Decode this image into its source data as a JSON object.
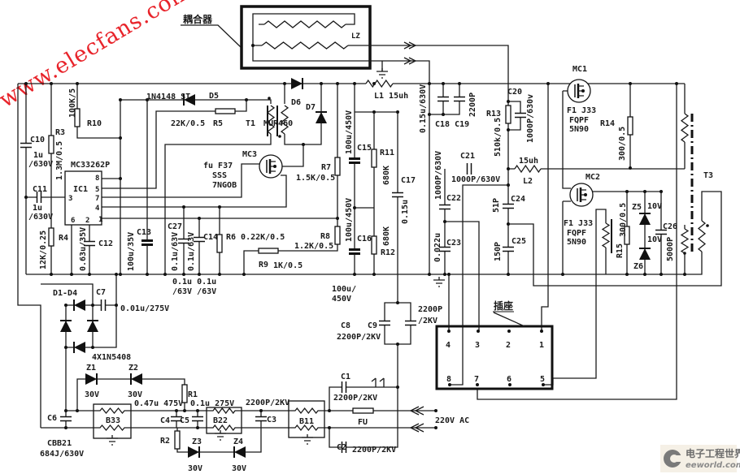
{
  "watermark": "www.elecfans.com",
  "logo": {
    "title": "电子工程世界",
    "url": "eeworld.com.cn"
  },
  "labels": {
    "coupler": "耦合器",
    "lz": "LZ",
    "d5_part": "1N4148 ST",
    "d5": "D5",
    "r5_val": "22K/0.5",
    "r5": "R5",
    "t1": "T1",
    "d7_part": "MUR460",
    "d6": "D6",
    "d7": "D7",
    "r10": "R10",
    "r10_val": "100K/5",
    "r3": "R3",
    "r3_val": "1.3M/0.5",
    "c10": "C10",
    "c10_val1": "1u",
    "c10_val2": "/630V",
    "ic_part": "MC33262P",
    "ic": "IC1",
    "c11": "C11",
    "c11_val1": "1u",
    "c11_val2": "/630V",
    "r4": "R4",
    "r4_val": "12K/0.25",
    "c12_val": "0.63u/35V",
    "c12": "C12",
    "c13": "C13",
    "c13_val": "100u/35V",
    "c27": "C27",
    "c27_val": "0.1u/63V",
    "c14": "C14",
    "c14_val": "0.1u/63V",
    "r6": "R6 0.22K/0.5",
    "note_01u": "0.1u 0.1u",
    "note_63v": "/63V /63V",
    "mc3": "MC3",
    "mc3_part1": "fu F37",
    "mc3_part2": "SSS",
    "mc3_part3": "7NGOB",
    "r7": "R7",
    "r7_val": "1.5K/0.5",
    "r8": "R8",
    "r8_val": "1.2K/0.5",
    "r9": "R9",
    "r9_val": "1K/0.5",
    "c15_val": "100u/450V",
    "c16_val": "100u/450V",
    "c15": "C15",
    "c16": "C16",
    "r11": "R11",
    "r11_val": "680K",
    "r12_val": "680K",
    "r12": "R12",
    "c17": "C17",
    "c17_val": "0.15u",
    "l1": "L1 15uh",
    "c18_val": "0.15u/630V",
    "c18c19": "C18 C19",
    "c19_val": "2200P",
    "r13": "R13",
    "r13_val": "510k/0.5",
    "c20": "C20",
    "c20_val": "1000P/630v",
    "c21": "C21",
    "c21_val": "1000P/630V",
    "l2_val": "15uh",
    "l2": "L2",
    "c22_val": "1000P/630V",
    "c22": "C22",
    "c24_val": "51P",
    "c24": "C24",
    "c23_val": "0.022u",
    "c23": "C23",
    "c25_val": "150P",
    "c25": "C25",
    "mc1": "MC1",
    "mc1_part1": "F1 J33",
    "mc1_part2": "FQPF",
    "mc1_part3": "5N90",
    "r14": "R14",
    "r14_val": "300/0.5",
    "mc2": "MC2",
    "mc2_part1": "F1 J33",
    "mc2_part2": "FQPF",
    "mc2_part3": "5N90",
    "r15": "R15",
    "r15_val": "300/0.5",
    "z5": "Z5",
    "z5_val": "10V",
    "z6_val": "10V",
    "z6": "Z6",
    "c26": "C26",
    "c26_val": "5000P",
    "t3": "T3",
    "note_100u": "100u/",
    "note_450v": "450V",
    "socket": "插座",
    "c8": "C8",
    "c9": "C9",
    "c8_val": "2200P/2KV",
    "c9_val1": "2200P",
    "c9_val2": "/2KV",
    "d1d4": "D1-D4",
    "c7": "C7",
    "c7_val": "0.01u/275V",
    "bridge_part": "4X1N5408",
    "z1": "Z1",
    "z2": "Z2",
    "z1_val": "30V",
    "z2_val": "30V",
    "r1": "R1",
    "c4_val": "0.47u 475V",
    "c5_val": "0.1u 275V",
    "c3_val": "2200P/2KV",
    "c6": "C6",
    "b33": "B33",
    "c4": "C4",
    "c5": "C5",
    "b22": "B22",
    "c3": "C3",
    "b11": "B11",
    "fu": "FU",
    "c1": "C1",
    "c1_val": "2200P/2KV",
    "c2": "C2",
    "c2_val": "2200P/2KV",
    "c6_part": "CBB21",
    "c6_val": "684J/630V",
    "r2": "R2",
    "z3": "Z3",
    "z4": "Z4",
    "z3_val": "30V",
    "z4_val": "30V",
    "ac": "220V AC"
  },
  "ic_pins": [
    "8",
    "5",
    "7",
    "4",
    "1",
    "3",
    "6",
    "2"
  ],
  "socket_pins": [
    "4",
    "3",
    "2",
    "1",
    "8",
    "7",
    "6",
    "5"
  ]
}
